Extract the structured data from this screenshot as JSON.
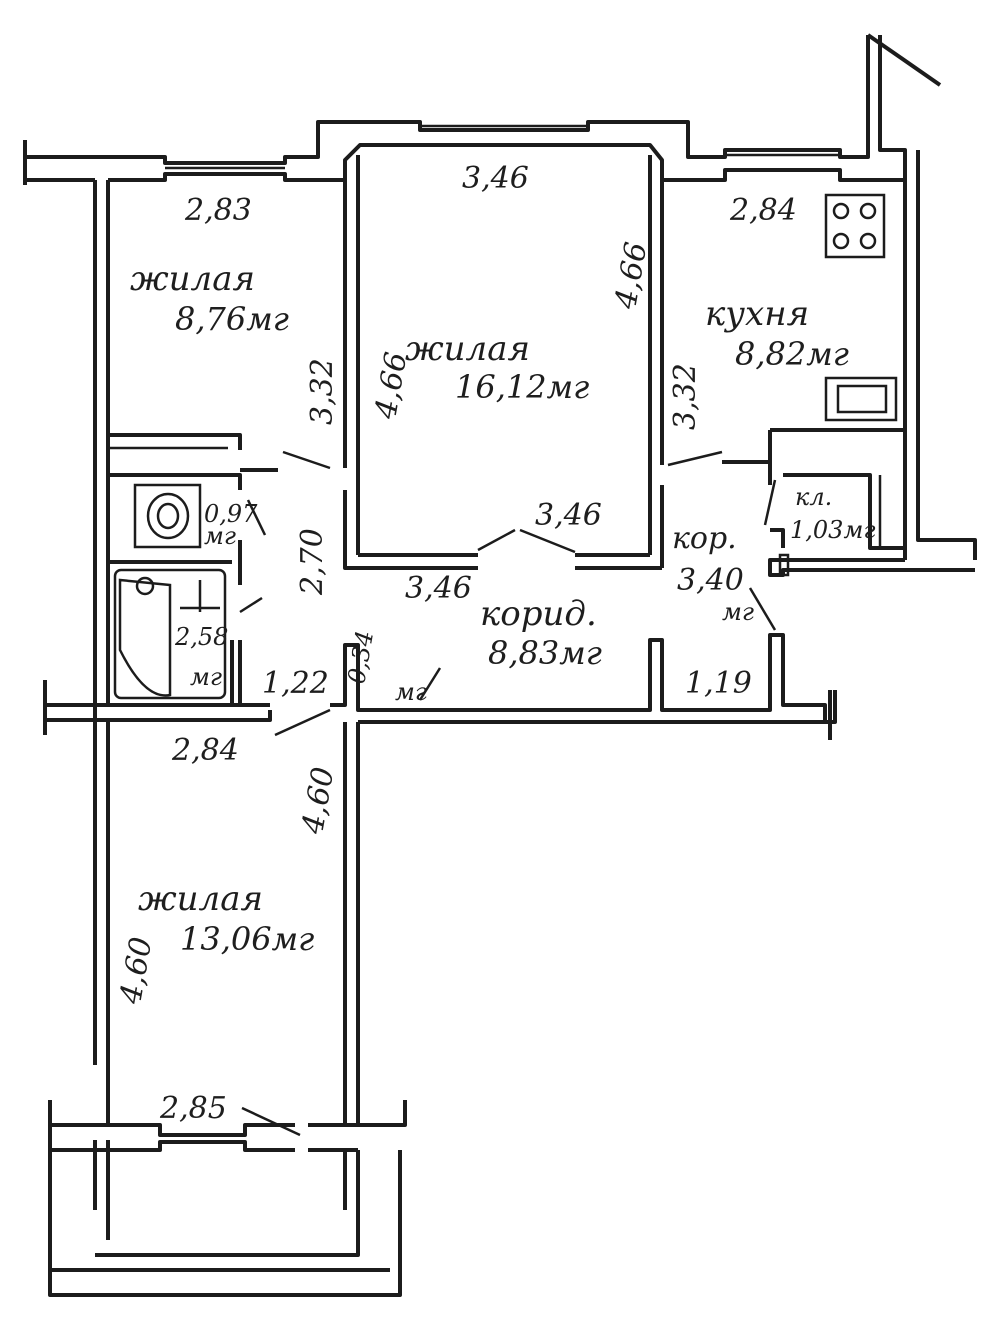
{
  "rooms": {
    "living_top_left": {
      "name": "жилая",
      "area": "8,76мг"
    },
    "living_center": {
      "name": "жилая",
      "area": "16,12мг"
    },
    "kitchen": {
      "name": "кухня",
      "area": "8,82мг"
    },
    "pantry": {
      "name": "кл.",
      "area": "1,03мг"
    },
    "corridor": {
      "name": "корид.",
      "area": "8,83мг"
    },
    "corridor_small": {
      "name": "кор.",
      "area": "3,40",
      "unit": "мг"
    },
    "toilet": {
      "area": "0,97",
      "unit": "мг"
    },
    "bathroom": {
      "area": "2,58",
      "unit": "мг"
    },
    "closet": {
      "area": "0,34",
      "unit": "мг"
    },
    "living_bottom": {
      "name": "жилая",
      "area": "13,06мг"
    }
  },
  "dimensions": {
    "top_left_width": "2,83",
    "top_left_height": "3,32",
    "center_top_width": "3,46",
    "center_left_height": "4,66",
    "center_right_height": "4,66",
    "center_bottom_width": "3,46",
    "kitchen_width": "2,84",
    "kitchen_height": "3,32",
    "hall_height": "2,70",
    "corridor_width": "3,46",
    "entry_width": "1,22",
    "right_passage_width": "1,19",
    "bottom_room_width": "2,84",
    "bottom_room_right_height": "4,60",
    "bottom_room_left_height": "4,60",
    "balcony_width": "2,85"
  }
}
